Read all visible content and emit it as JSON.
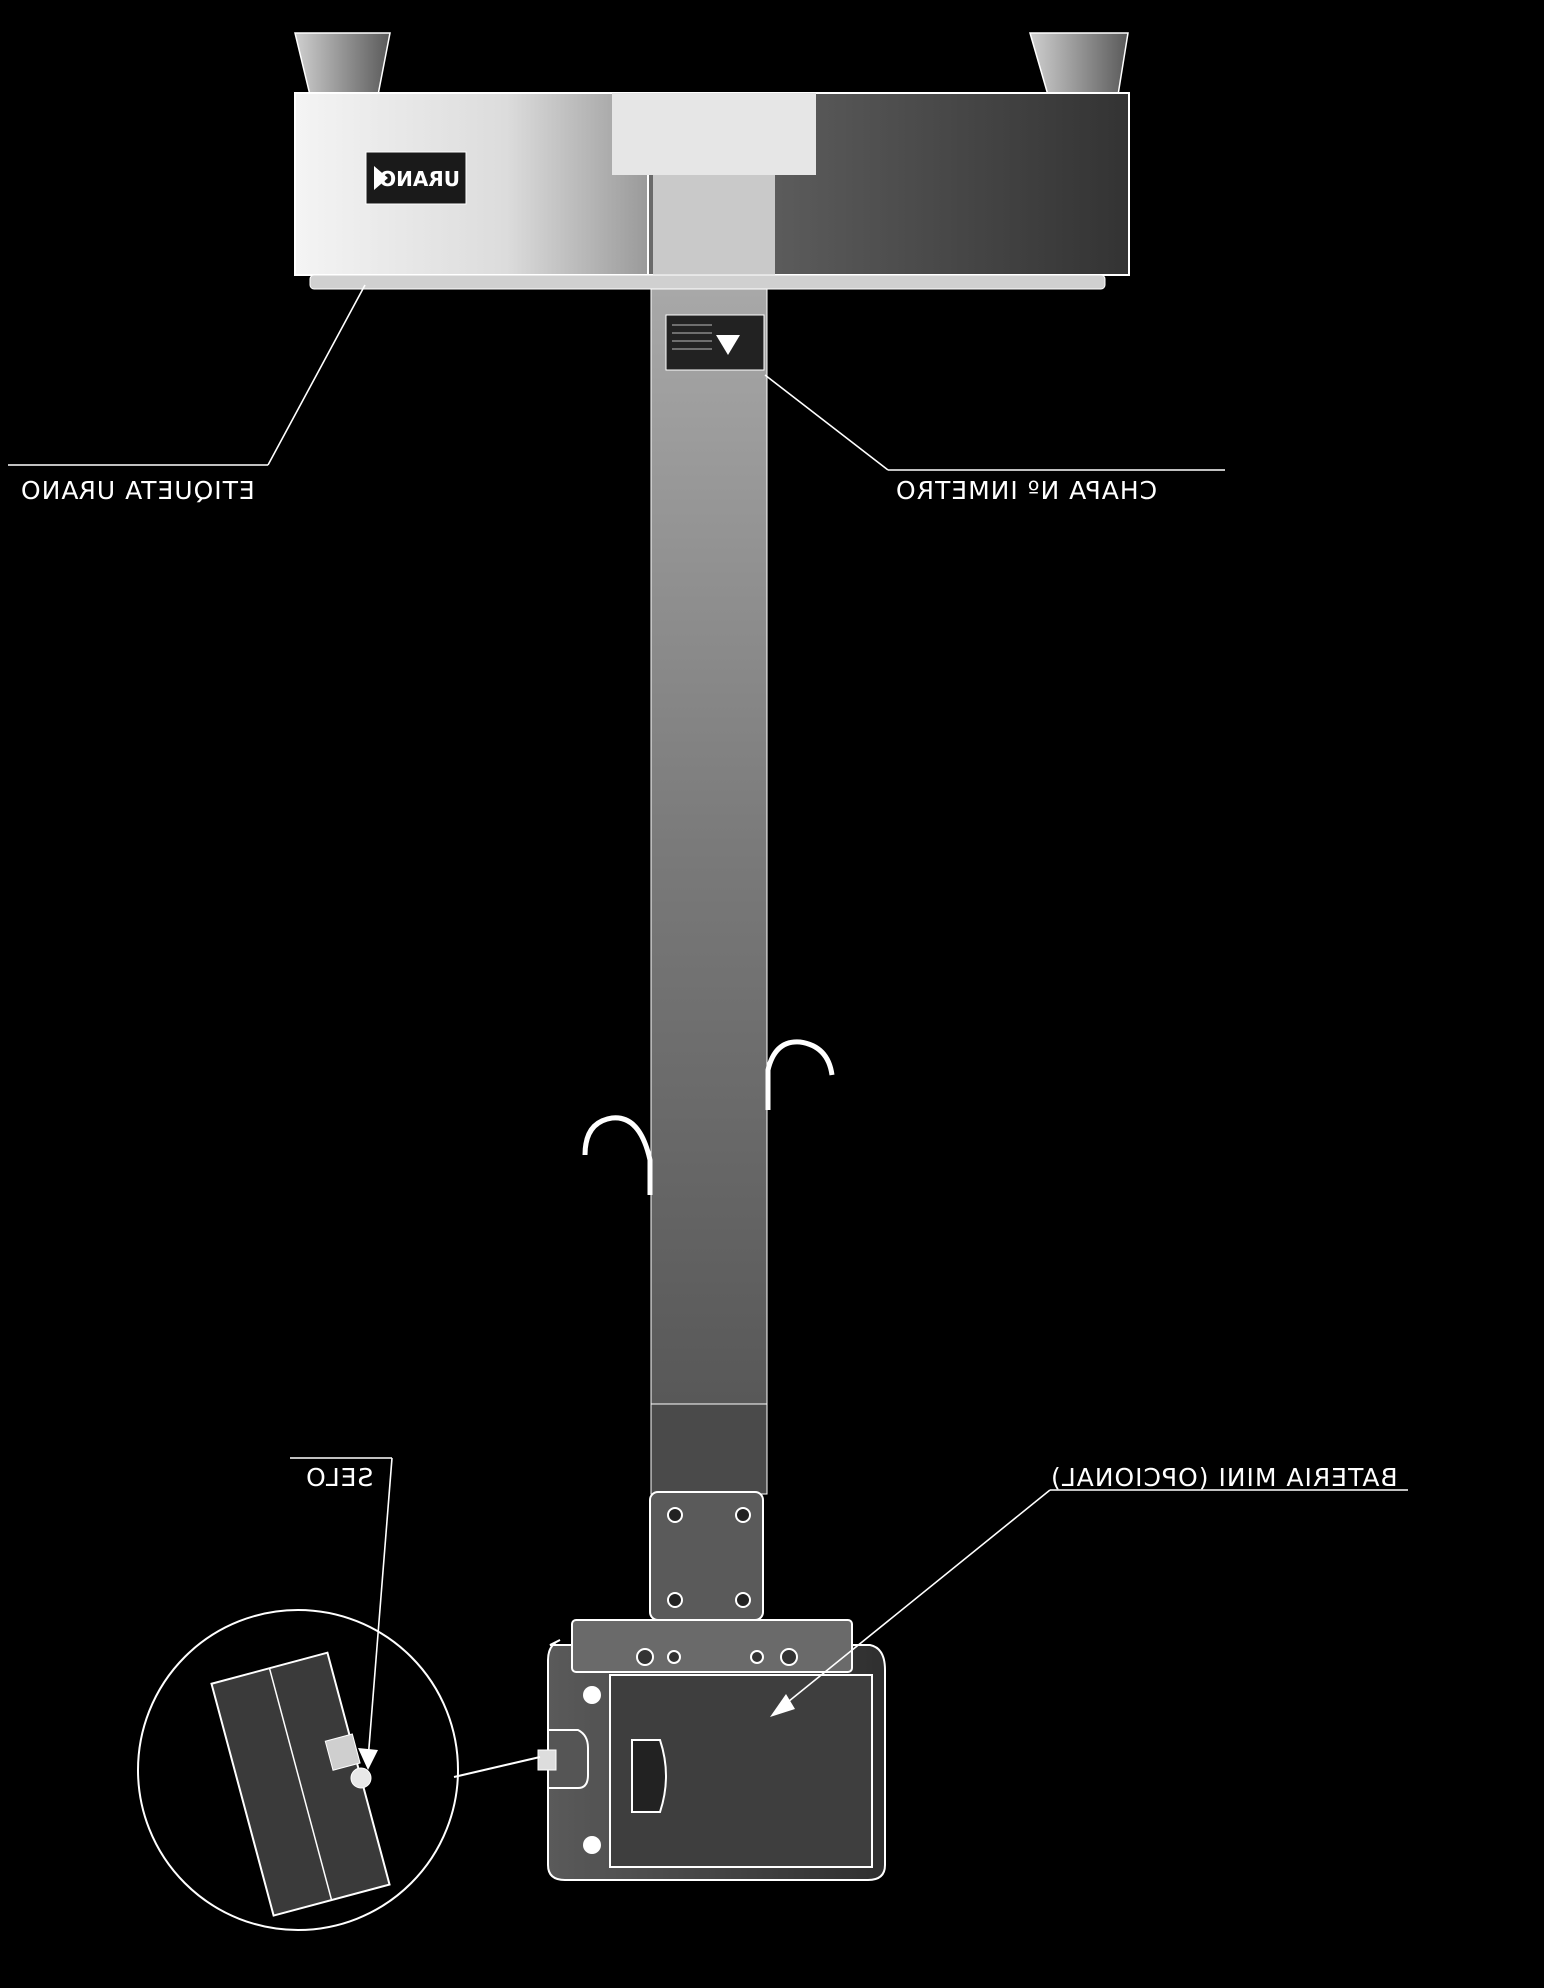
{
  "labels": {
    "etiqueta": "ETIQUETA URANO",
    "chapa": "CHAPA Nº INMETRO",
    "selo": "SELO",
    "bateria": "BATERIA MINI (OPCIONAL)"
  },
  "logo_text": "URANO",
  "colors": {
    "background": "#000000",
    "line": "#ffffff",
    "body_light": "#e8e8e8",
    "body_mid": "#9a9a9a",
    "body_dark": "#3a3a3a"
  }
}
